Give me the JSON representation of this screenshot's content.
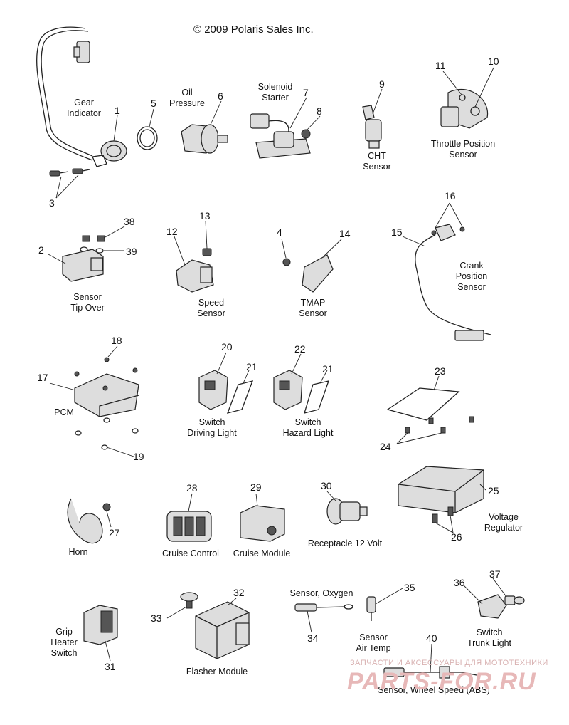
{
  "copyright": "© 2009 Polaris Sales Inc.",
  "watermark": {
    "tagline": "ЗАПЧАСТИ И АКСЕССУАРЫ ДЛЯ МОТОТЕХНИКИ",
    "logo": "PARTS-FOR.RU"
  },
  "labels": {
    "gear_indicator": "Gear\nIndicator",
    "oil_pressure": "Oil\nPressure",
    "solenoid_starter": "Solenoid\nStarter",
    "cht_sensor": "CHT\nSensor",
    "throttle_position": "Throttle Position\nSensor",
    "sensor_tip_over": "Sensor\nTip Over",
    "speed_sensor": "Speed\nSensor",
    "tmap_sensor": "TMAP\nSensor",
    "crank_position": "Crank\nPosition\nSensor",
    "pcm": "PCM",
    "switch_driving_light": "Switch\nDriving Light",
    "switch_hazard_light": "Switch\nHazard Light",
    "horn": "Horn",
    "cruise_control": "Cruise Control",
    "cruise_module": "Cruise Module",
    "receptacle": "Receptacle 12 Volt",
    "voltage_regulator": "Voltage\nRegulator",
    "grip_heater": "Grip\nHeater\nSwitch",
    "flasher_module": "Flasher Module",
    "sensor_oxygen": "Sensor, Oxygen",
    "sensor_air_temp": "Sensor\nAir Temp",
    "switch_trunk_light": "Switch\nTrunk Light",
    "sensor_wheel_speed": "Sensor, Wheel Speed (ABS)"
  },
  "callouts": {
    "n1": "1",
    "n2": "2",
    "n3": "3",
    "n4": "4",
    "n5": "5",
    "n6": "6",
    "n7": "7",
    "n8": "8",
    "n9": "9",
    "n10": "10",
    "n11": "11",
    "n12": "12",
    "n13": "13",
    "n14": "14",
    "n15": "15",
    "n16": "16",
    "n17": "17",
    "n18": "18",
    "n19": "19",
    "n20": "20",
    "n21a": "21",
    "n21b": "21",
    "n22": "22",
    "n23": "23",
    "n24": "24",
    "n25": "25",
    "n26": "26",
    "n27": "27",
    "n28": "28",
    "n29": "29",
    "n30": "30",
    "n31": "31",
    "n32": "32",
    "n33": "33",
    "n34": "34",
    "n35": "35",
    "n36": "36",
    "n37": "37",
    "n38": "38",
    "n39": "39",
    "n40": "40"
  }
}
